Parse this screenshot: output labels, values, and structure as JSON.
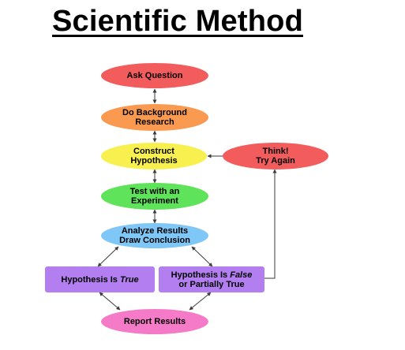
{
  "title": "Scientific Method",
  "colors": {
    "red": "#f25c5c",
    "orange": "#f99a50",
    "yellow": "#f7f04e",
    "green": "#5ee35a",
    "blue": "#7ec7f6",
    "purple": "#b37ff0",
    "pink": "#f57ac7",
    "arrow": "#3a3a3a"
  },
  "steps": {
    "ask_question": {
      "line1": "Ask Question"
    },
    "background_research": {
      "line1": "Do Background",
      "line2": "Research"
    },
    "construct_hypothesis": {
      "line1": "Construct",
      "line2": "Hypothesis"
    },
    "test_experiment": {
      "line1": "Test with an",
      "line2": "Experiment"
    },
    "analyze_results": {
      "line1": "Analyze Results",
      "line2": "Draw Conclusion"
    },
    "hypothesis_true": {
      "prefix": "Hypothesis Is ",
      "emph": "True"
    },
    "hypothesis_false": {
      "prefix": "Hypothesis Is ",
      "emph": "False",
      "line2": "or Partially True"
    },
    "think_try_again": {
      "line1": "Think!",
      "line2": "Try Again"
    },
    "report_results": {
      "line1": "Report Results"
    }
  }
}
